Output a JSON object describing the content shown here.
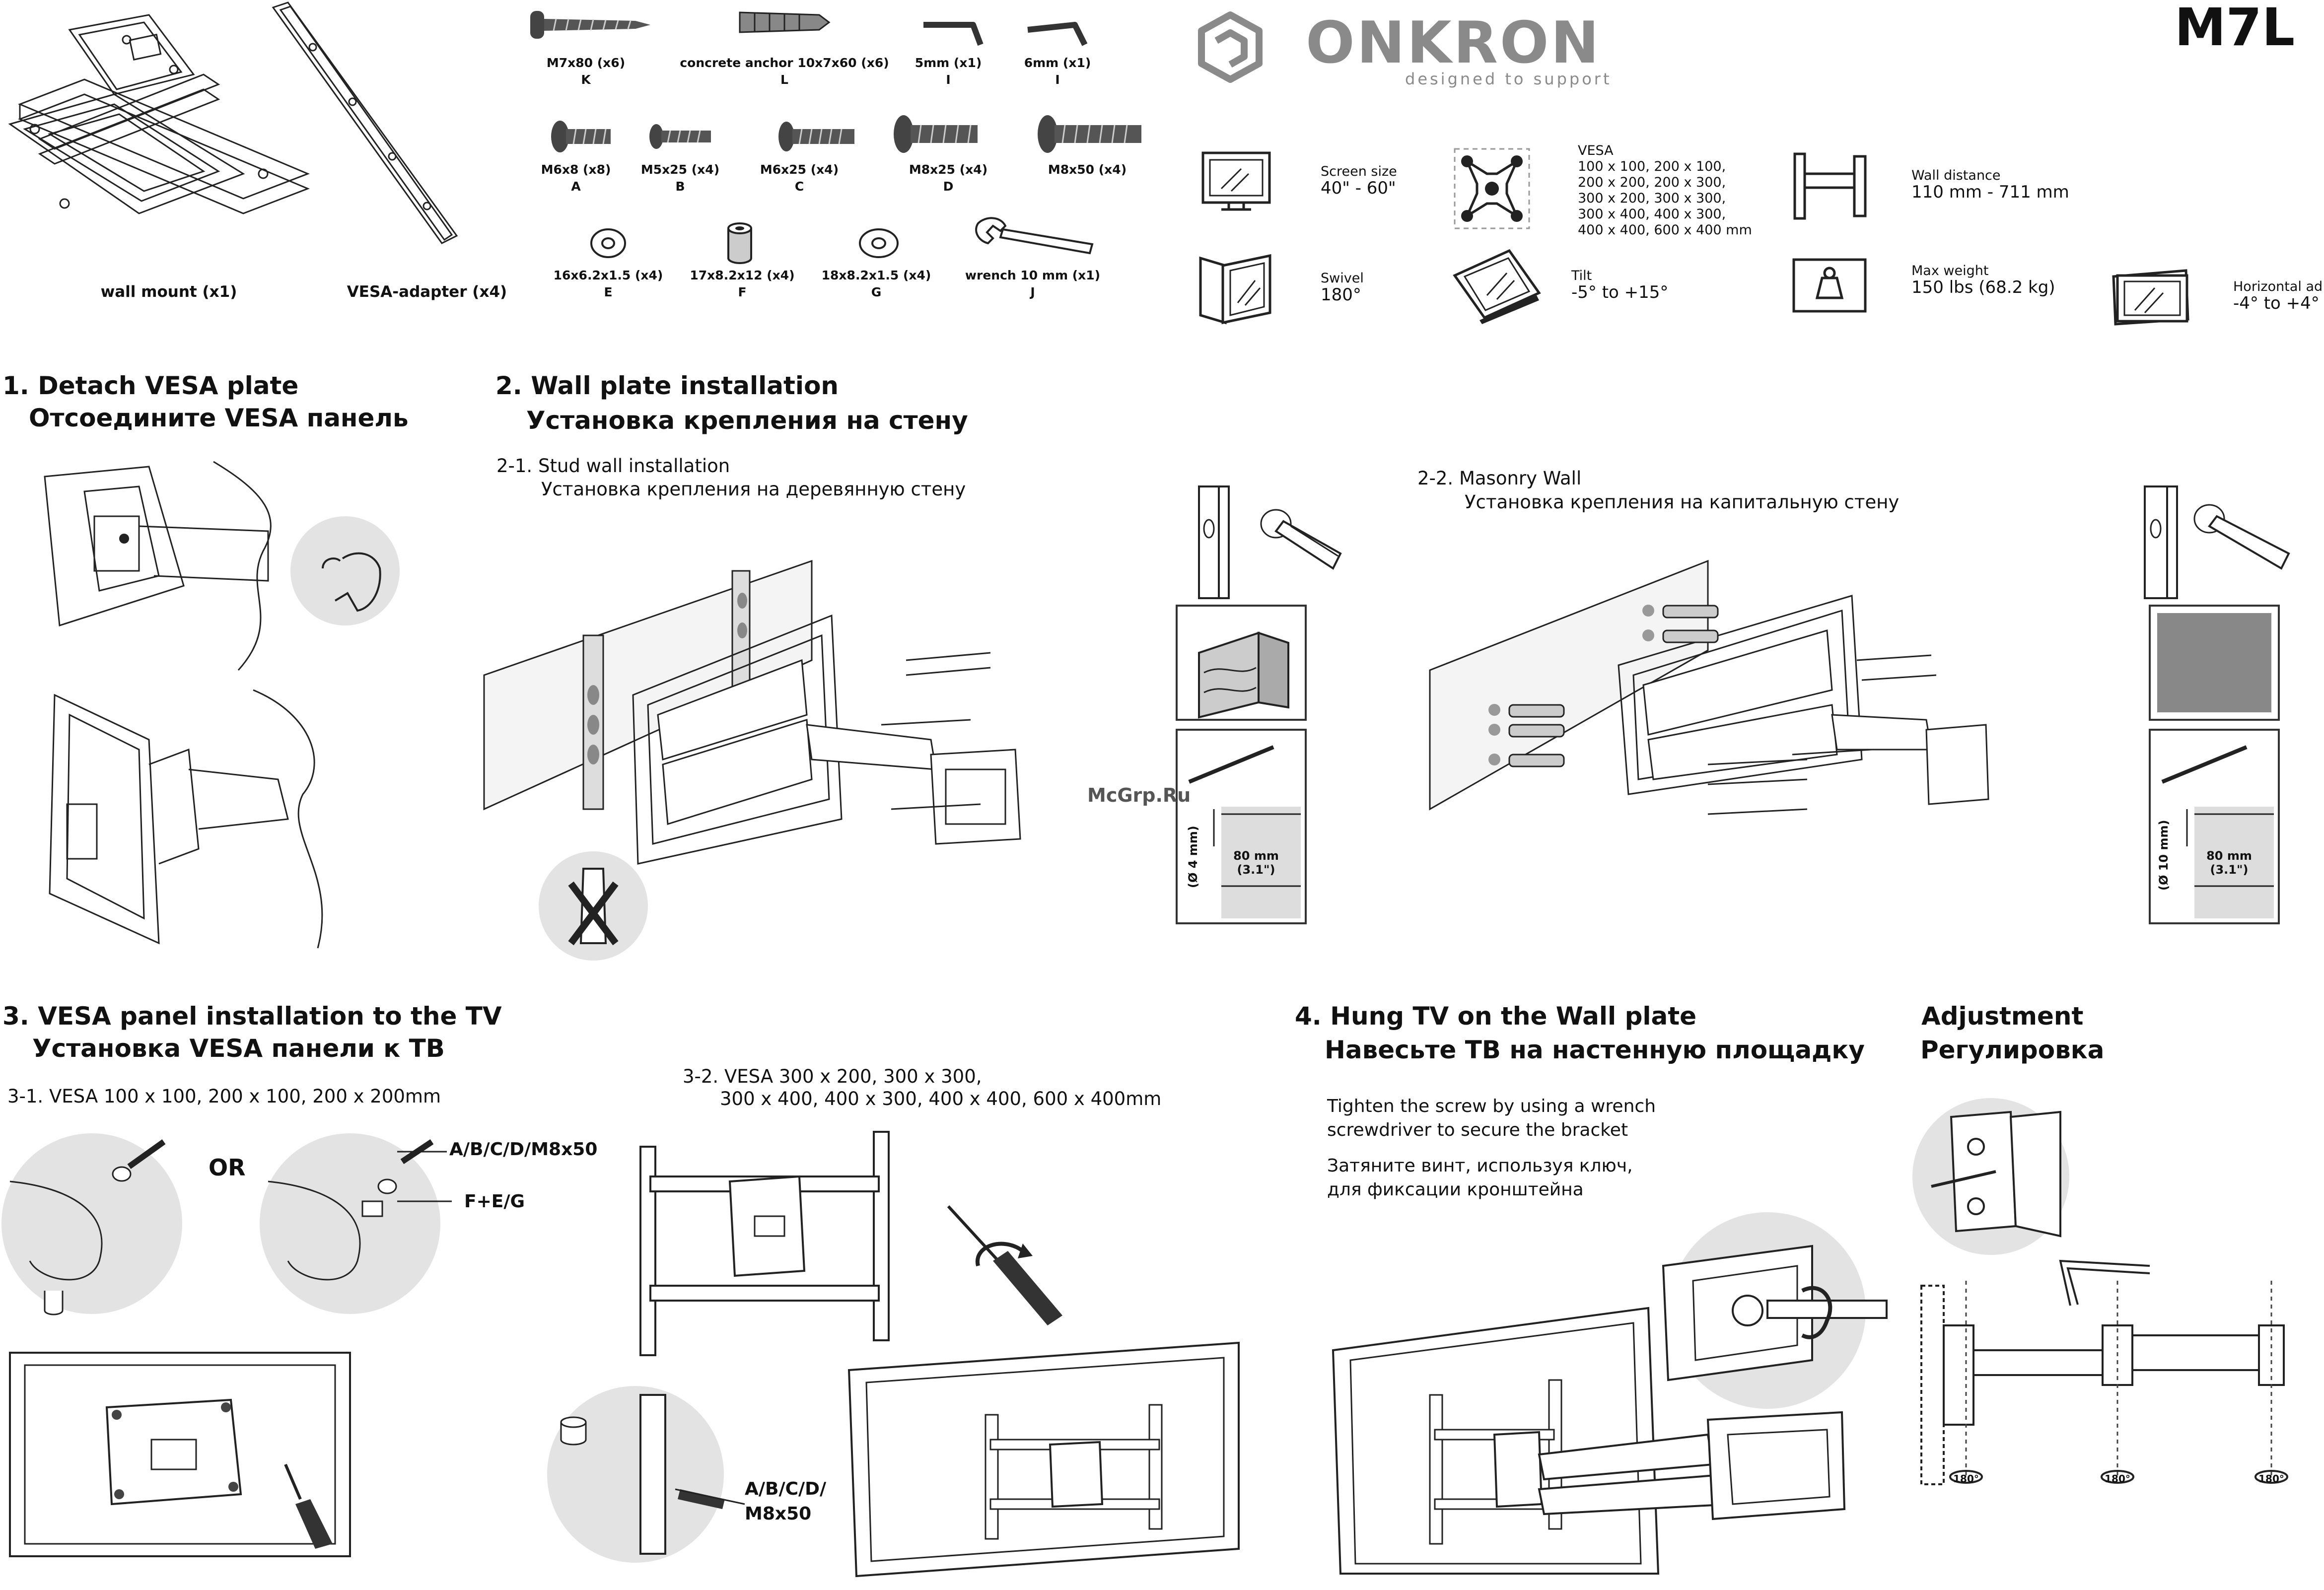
{
  "brand": {
    "name": "ONKRON",
    "tagline": "designed to support",
    "model": "M7L"
  },
  "parts": {
    "wall_mount": "wall mount (x1)",
    "vesa_adapter": "VESA-adapter (x4)",
    "K": {
      "name": "M7x80  (x6)",
      "letter": "K"
    },
    "L": {
      "name": "concrete anchor 10x7x60 (x6)",
      "letter": "L"
    },
    "I1": {
      "name": "5mm (x1)",
      "letter": "I"
    },
    "I2": {
      "name": "6mm (x1)",
      "letter": "I"
    },
    "A": {
      "name": "M6x8 (x8)",
      "letter": "A"
    },
    "B": {
      "name": "M5x25 (x4)",
      "letter": "B"
    },
    "C": {
      "name": "M6x25 (x4)",
      "letter": "C"
    },
    "D": {
      "name": "M8x25 (x4)",
      "letter": "D"
    },
    "M8": {
      "name": "M8x50 (x4)",
      "letter": ""
    },
    "E": {
      "name": "16x6.2x1.5 (x4)",
      "letter": "E"
    },
    "F": {
      "name": "17x8.2x12 (x4)",
      "letter": "F"
    },
    "G": {
      "name": "18x8.2x1.5 (x4)",
      "letter": "G"
    },
    "J": {
      "name": "wrench 10 mm (x1)",
      "letter": "J"
    }
  },
  "specs": {
    "screen_size": {
      "label": "Screen size",
      "value": "40\" - 60\""
    },
    "vesa": {
      "label": "VESA",
      "lines": [
        "100 x 100, 200 x 100,",
        "200 x 200, 200 x 300,",
        "300 x 200, 300 x 300,",
        "300 x 400, 400 x 300,",
        "400 x 400, 600 x 400 mm"
      ]
    },
    "wall_distance": {
      "label": "Wall distance",
      "value": "110 mm - 711 mm"
    },
    "swivel": {
      "label": "Swivel",
      "value": "180°"
    },
    "tilt": {
      "label": "Tilt",
      "value": "-5° to +15°"
    },
    "max_weight": {
      "label": "Max weight",
      "value": "150 lbs (68.2 kg)"
    },
    "horizontal_adj": {
      "label": "Horizontal ad",
      "value": "-4° to +4°"
    }
  },
  "steps": {
    "s1": {
      "title": "1. Detach VESA plate",
      "title_ru": "Отсоедините VESA панель"
    },
    "s2": {
      "title": "2. Wall plate installation",
      "title_ru": "Установка крепления на стену",
      "sub1": "2-1. Stud wall installation",
      "sub1_ru": "Установка крепления на деревянную стену",
      "sub2": "2-2. Masonry Wall",
      "sub2_ru": "Установка крепления на капитальную стену"
    },
    "s3": {
      "title": "3. VESA panel installation to the TV",
      "title_ru": "Установка VESA панели к ТВ",
      "sub1": "3-1. VESA 100 x 100, 200 x 100, 200 x 200mm",
      "sub2_l1": "3-2. VESA 300 x 200, 300 x 300,",
      "sub2_l2": "300 x 400, 400 x 300, 400 x 400, 600 x 400mm",
      "or": "OR",
      "callout1": "A/B/C/D/M8x50",
      "callout2": "F+E/G",
      "callout3_l1": "A/B/C/D/",
      "callout3_l2": "M8x50"
    },
    "s4": {
      "title": "4. Hung TV on the Wall plate",
      "title_ru": "Навесьте ТВ на настенную площадку",
      "en_l1": "Tighten the screw by using a wrench",
      "en_l2": "screwdriver to secure the bracket",
      "ru_l1": "Затяните винт, используя ключ,",
      "ru_l2": "для фиксации кронштейна"
    },
    "adj": {
      "title": "Adjustment",
      "title_ru": "Регулировка",
      "angles": [
        "180°",
        "180°",
        "180°"
      ]
    }
  },
  "drill": {
    "stud": {
      "dia": "(Ø 4 mm)",
      "depth_l1": "80 mm",
      "depth_l2": "(3.1\")"
    },
    "masonry": {
      "dia": "(Ø 10 mm)",
      "depth_l1": "80 mm",
      "depth_l2": "(3.1\")"
    }
  },
  "watermark": "McGrp.Ru"
}
